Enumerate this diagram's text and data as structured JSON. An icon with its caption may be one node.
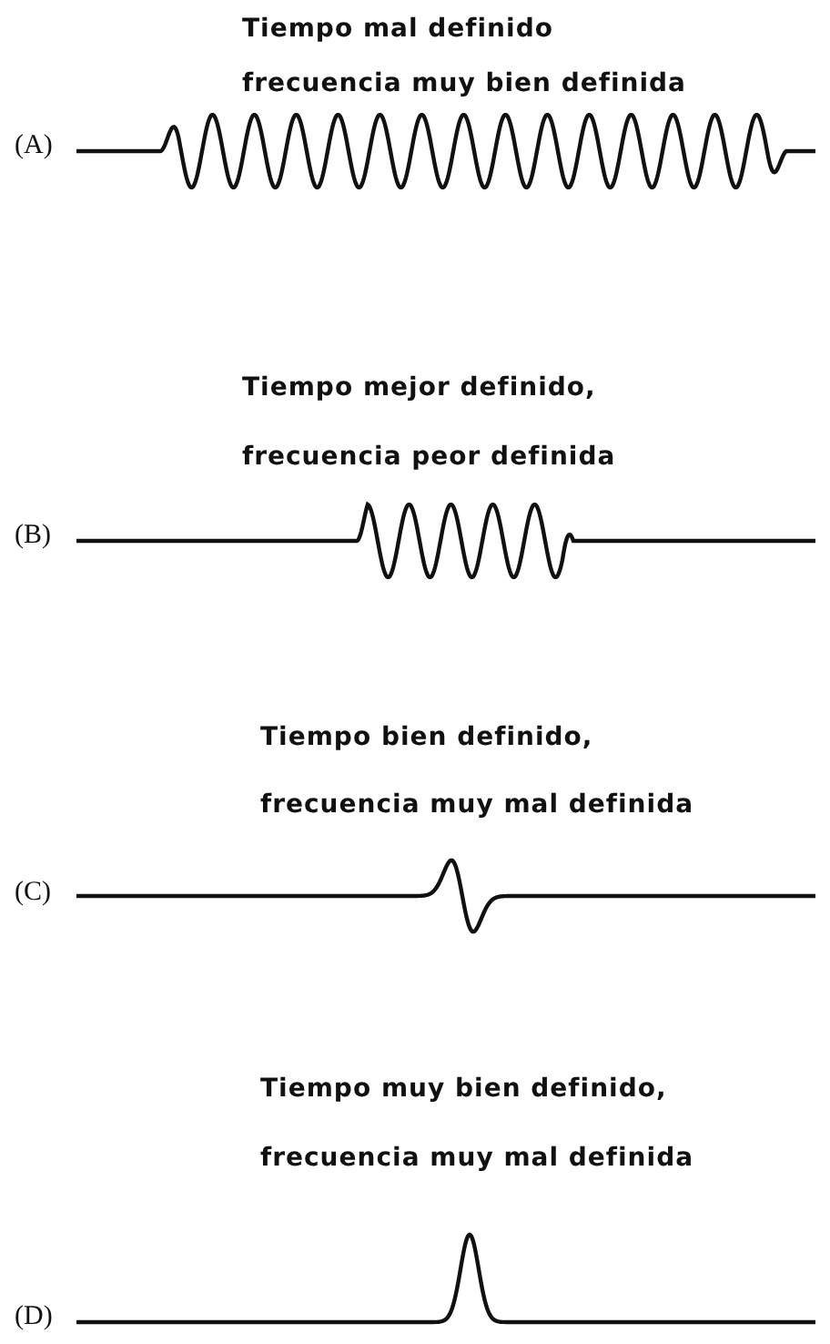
{
  "diagram": {
    "labels": [
      "Tiempo mal definido",
      "frecuencia muy bien definida",
      "(A)",
      "Tiempo mejor definido,",
      "frecuencia peor definida",
      "(B)",
      "Tiempo bien definido,",
      "frecuencia muy mal definida",
      "(C)",
      "Tiempo muy bien definido,",
      "frecuencia muy mal definida",
      "(D)"
    ]
  }
}
